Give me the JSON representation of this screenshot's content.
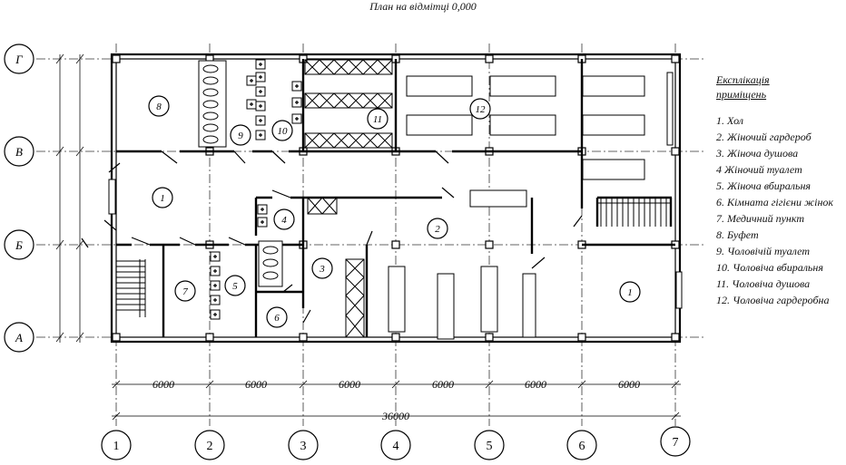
{
  "title": "План на відмітці 0,000",
  "legend": {
    "title_line1": "Експлікація",
    "title_line2": "приміщень",
    "items": [
      "1. Хол",
      "2. Жіночий гардероб",
      "3. Жіноча душова",
      "4 Жіночий туалет",
      "5. Жіноча вбиральня",
      "6. Кімната гігієни жінок",
      "7. Медичний пункт",
      "8. Буфет",
      "9. Чоловічій туалет",
      "10. Чоловіча вбиральня",
      "11. Чоловіча душова",
      "12. Чоловіча гардеробна"
    ]
  },
  "axes": {
    "columns": [
      "1",
      "2",
      "3",
      "4",
      "5",
      "6",
      "7"
    ],
    "rows": [
      "Г",
      "В",
      "Б",
      "А"
    ]
  },
  "dimensions": {
    "spans": [
      "6000",
      "6000",
      "6000",
      "6000",
      "6000",
      "6000"
    ],
    "total": "36000"
  },
  "rooms": [
    {
      "number": "8"
    },
    {
      "number": "9"
    },
    {
      "number": "10"
    },
    {
      "number": "11"
    },
    {
      "number": "12"
    },
    {
      "number": "1"
    },
    {
      "number": "4"
    },
    {
      "number": "2"
    },
    {
      "number": "7"
    },
    {
      "number": "5"
    },
    {
      "number": "3"
    },
    {
      "number": "6"
    },
    {
      "number": "1"
    }
  ]
}
